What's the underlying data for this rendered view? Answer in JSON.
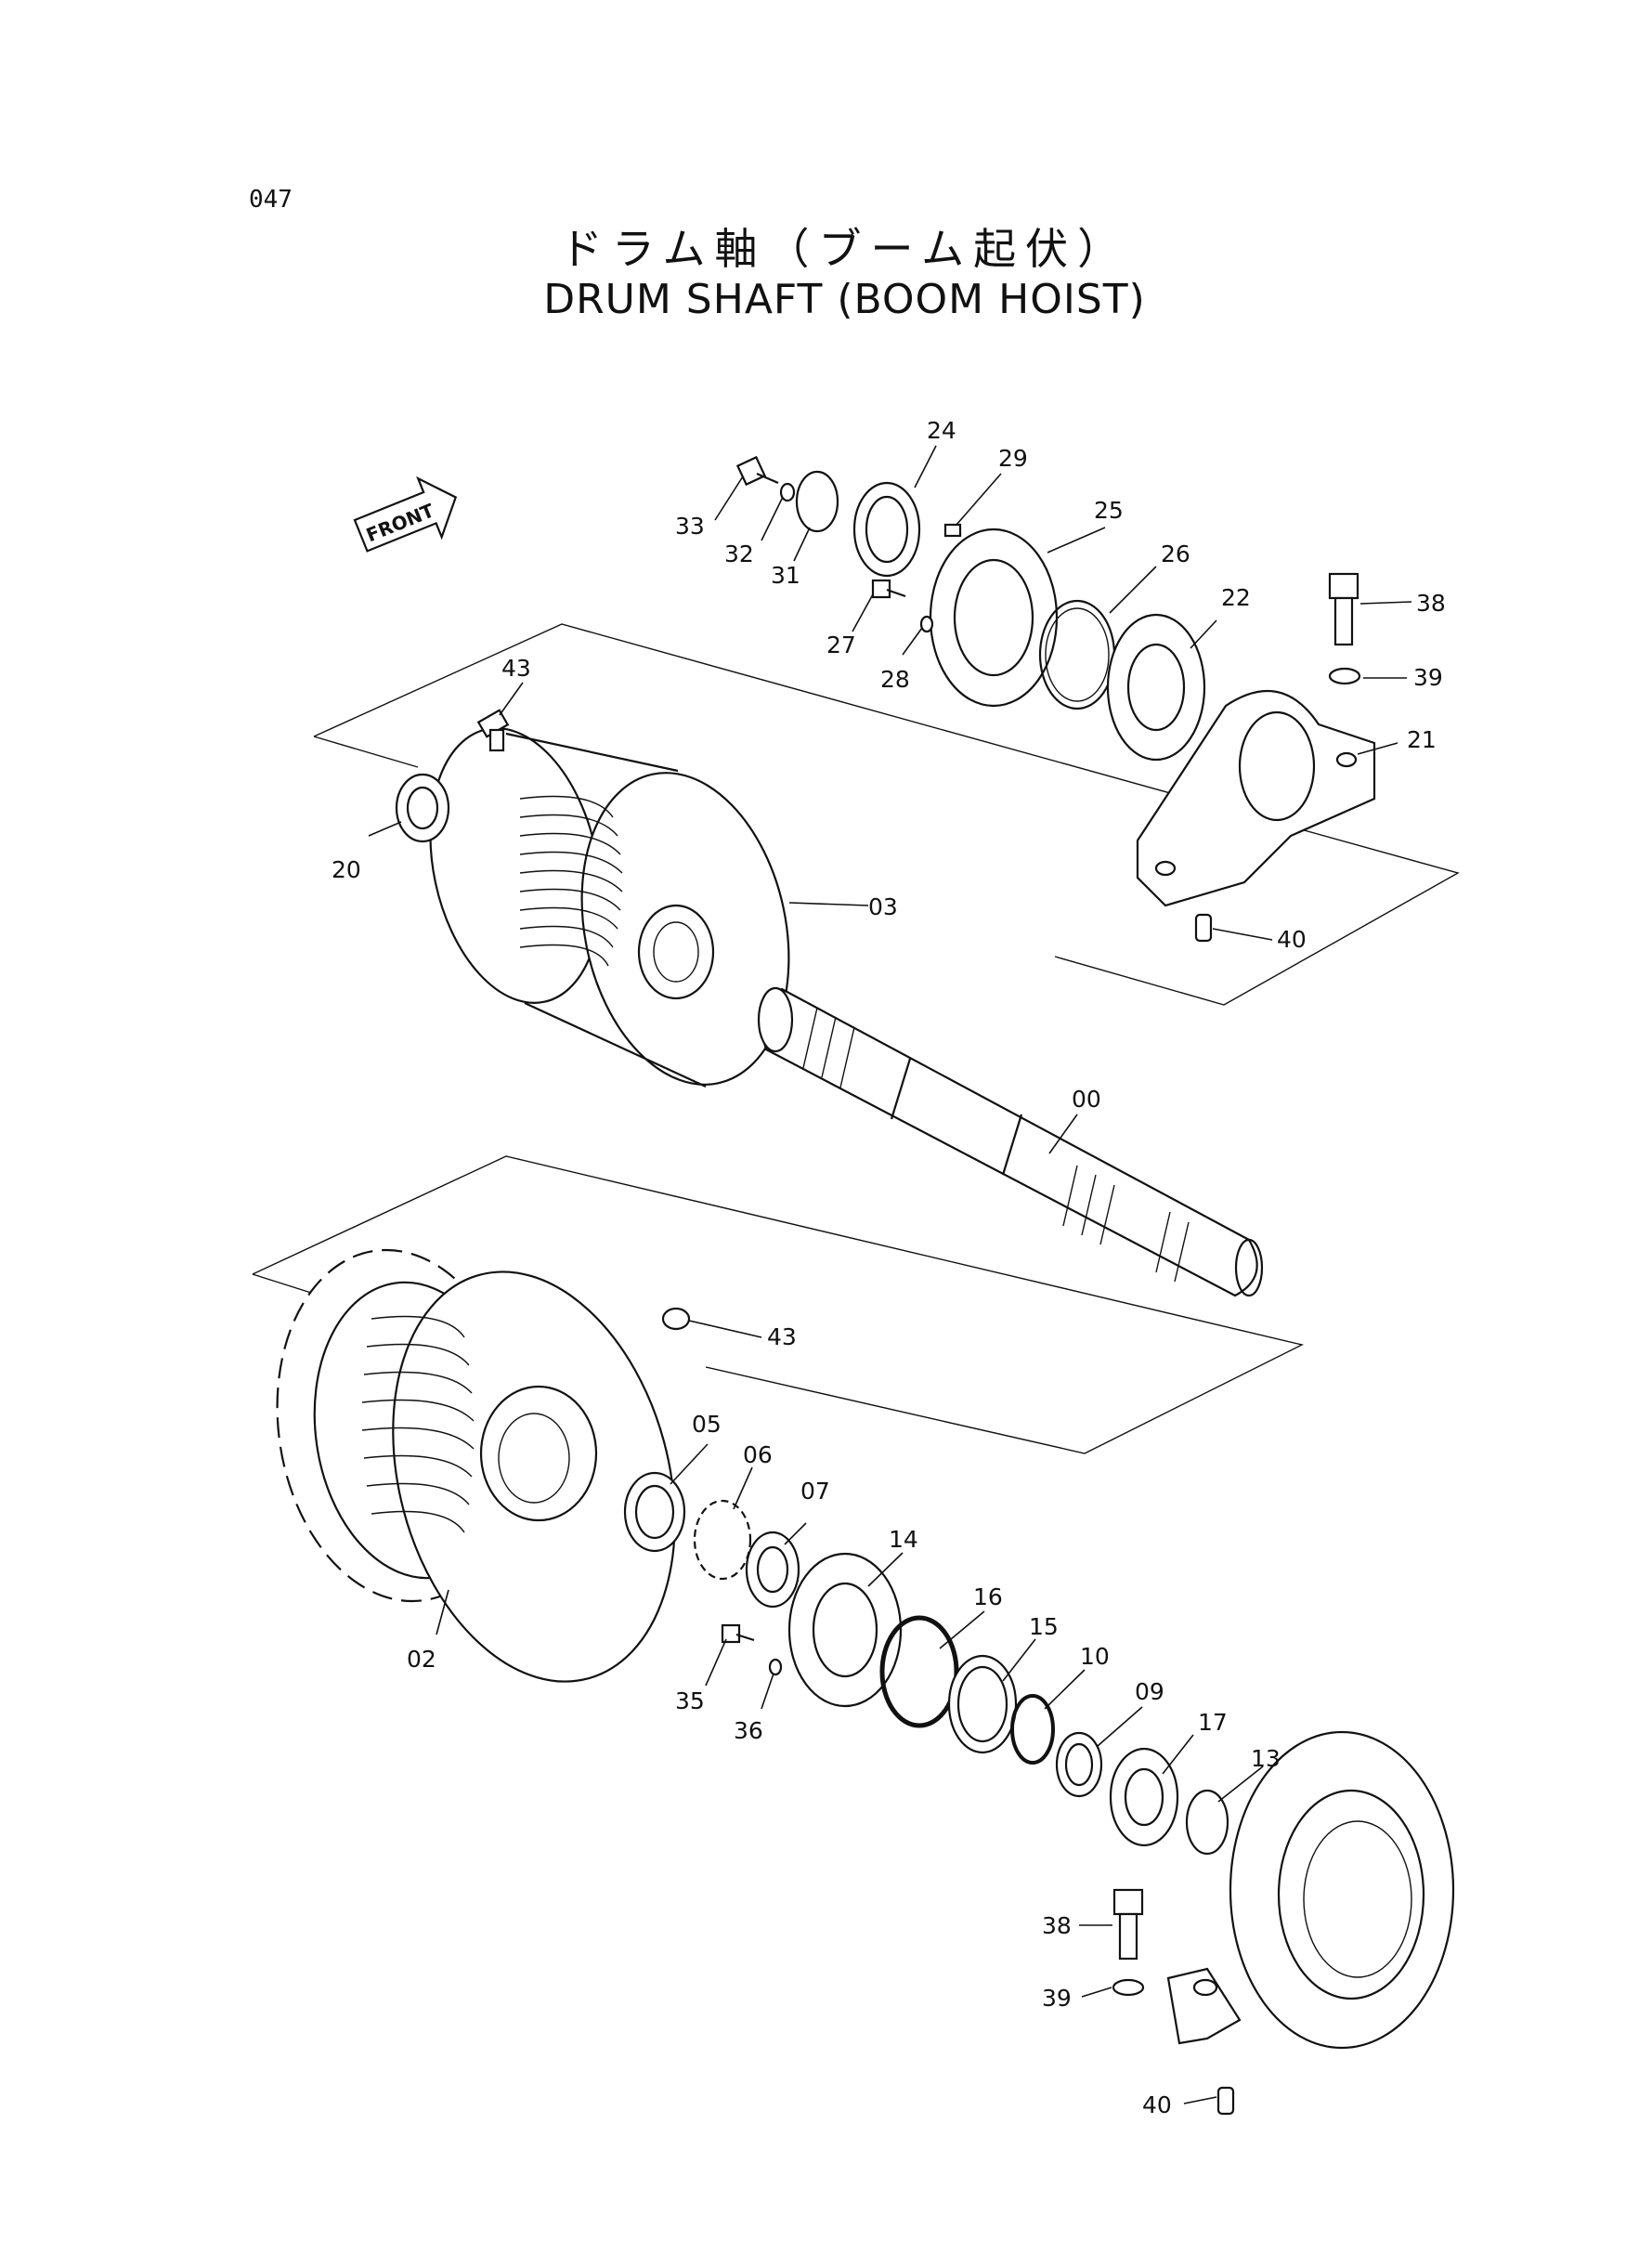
{
  "page_number": "047",
  "title_jp": "ドラム軸（ブーム起伏）",
  "title_en": "DRUM SHAFT (BOOM HOIST)",
  "front_label": "FRONT",
  "callouts": [
    "00",
    "02",
    "03",
    "05",
    "06",
    "07",
    "09",
    "10",
    "13",
    "14",
    "15",
    "16",
    "17",
    "20",
    "21",
    "22",
    "24",
    "25",
    "26",
    "27",
    "28",
    "29",
    "31",
    "32",
    "33",
    "35",
    "36",
    "38",
    "39",
    "40",
    "43"
  ]
}
